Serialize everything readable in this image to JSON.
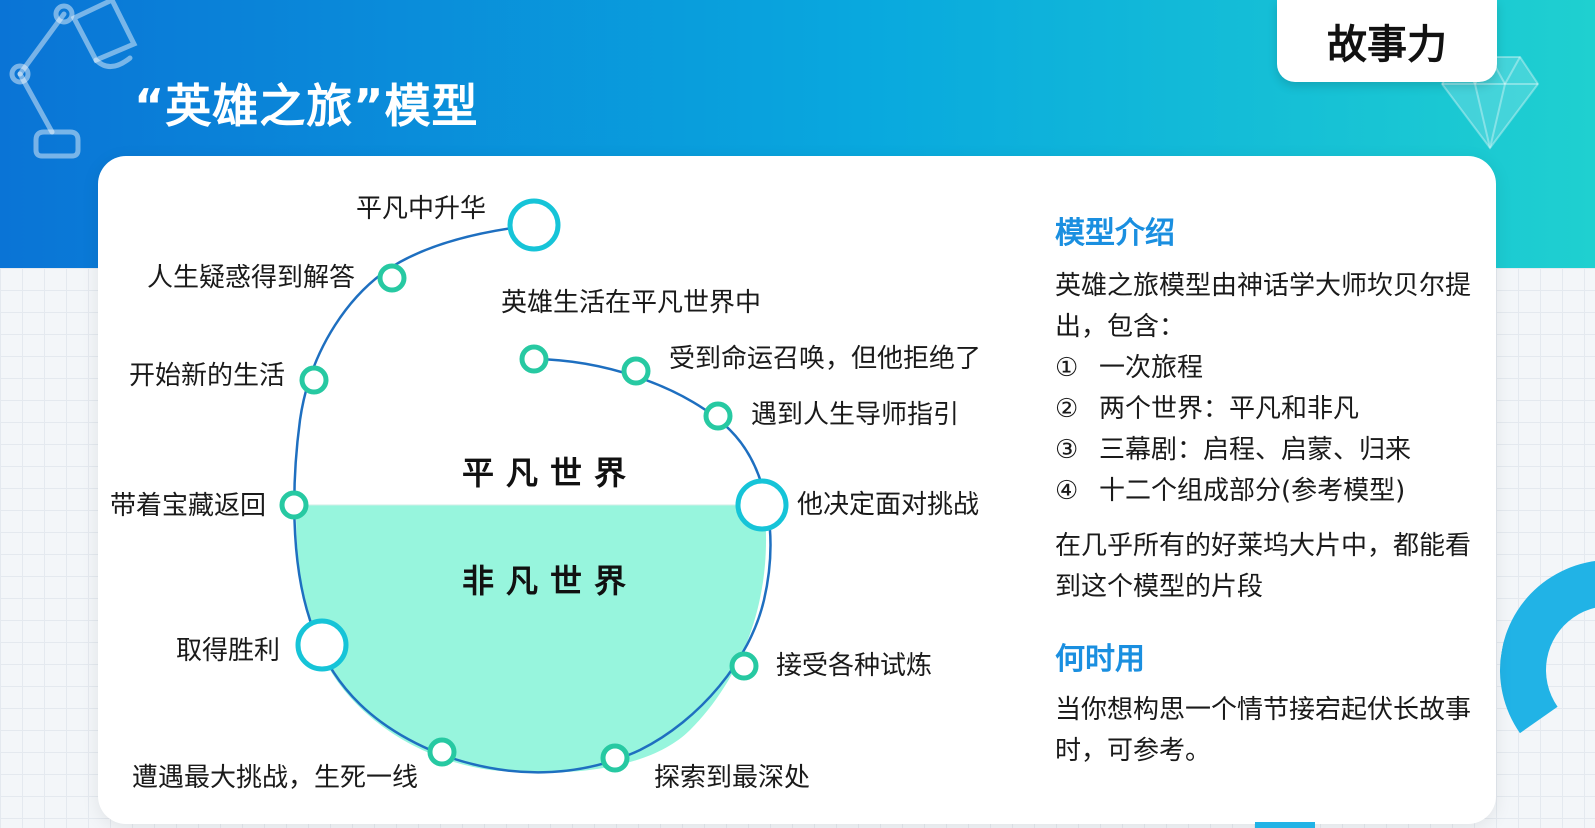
{
  "header": {
    "title": "“英雄之旅”模型",
    "brand": "故事力",
    "lamp_icon": "desk-lamp-icon",
    "gem_icon": "diamond-icon"
  },
  "colors": {
    "header_start": "#0a74d6",
    "header_end": "#1fd0d0",
    "path_line": "#1e6fc0",
    "node_ring": "#27c9a2",
    "node_large_ring": "#16c4d8",
    "lower_fill": "#97f5dd",
    "accent_heading": "#1a8fe0"
  },
  "diagram": {
    "world_upper": "平凡世界",
    "world_lower": "非凡世界",
    "stages": [
      "英雄生活在平凡世界中",
      "受到命运召唤，但他拒绝了",
      "遇到人生导师指引",
      "他决定面对挑战",
      "接受各种试炼",
      "探索到最深处",
      "遭遇最大挑战，生死一线",
      "取得胜利",
      "带着宝藏返回",
      "开始新的生活",
      "人生疑惑得到解答",
      "平凡中升华"
    ]
  },
  "intro": {
    "heading": "模型介绍",
    "text1": "英雄之旅模型由神话学大师坎贝尔提出，包含：",
    "items": [
      {
        "num": "①",
        "text": "一次旅程"
      },
      {
        "num": "②",
        "text": "两个世界：平凡和非凡"
      },
      {
        "num": "③",
        "text": "三幕剧：启程、启蒙、归来"
      },
      {
        "num": "④",
        "text": "十二个组成部分(参考模型)"
      }
    ],
    "text2": "在几乎所有的好莱坞大片中，都能看到这个模型的片段"
  },
  "when": {
    "heading": "何时用",
    "text": "当你想构思一个情节接宕起伏长故事时，可参考。"
  }
}
